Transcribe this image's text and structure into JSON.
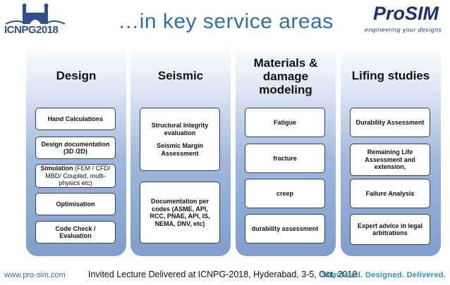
{
  "header": {
    "title": "…in key service areas",
    "logo_left_text": "ICNPG2018",
    "logo_right_brand": "ProSIM",
    "logo_right_tagline": "engineering your designs"
  },
  "columns": [
    {
      "title": "Design",
      "items": [
        {
          "text": "Hand Calculations"
        },
        {
          "text": "Design documentation (3D /2D)"
        },
        {
          "bold": "Simulation",
          "text": " (FEM / CFD/ MBD/ Coupled, multi-physics etc)"
        },
        {
          "text": "Optimisation"
        },
        {
          "text": "Code Check / Evaluation"
        }
      ]
    },
    {
      "title": "Seismic",
      "items": [
        {
          "text": "Structural Integrity evaluation",
          "text2": "Seismic Margin Assessment"
        },
        {
          "text": "Documentation per codes (ASME, API, RCC, PNAE, API, IS, NEMA, DNV, etc)"
        }
      ]
    },
    {
      "title": "Materials & damage modeling",
      "items": [
        {
          "text": "Fatigue"
        },
        {
          "text": "fracture"
        },
        {
          "text": "creep"
        },
        {
          "text": "durability assessment"
        }
      ]
    },
    {
      "title": "Lifing studies",
      "items": [
        {
          "text": "Durability  Assessment"
        },
        {
          "text": "Remaining Life Assessment and extension,"
        },
        {
          "text": "Failure Analysis"
        },
        {
          "text": "Expert advice in legal arbitrations"
        }
      ]
    }
  ],
  "footer": {
    "url": "www.pro-sim.com",
    "lecture": "Invited Lecture Delivered at ICNPG-2018, Hyderabad, 3-5, Oct, 2018",
    "slogan": "Simulated. Designed. Delivered."
  },
  "colors": {
    "title_blue": "#2f6fb0",
    "brand_navy": "#1d2f7a",
    "slogan_blue": "#2f8fc4",
    "column_gradient_bottom": "#7f9dcc"
  }
}
